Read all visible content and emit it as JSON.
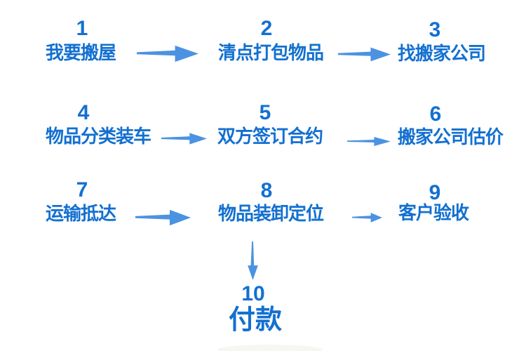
{
  "colors": {
    "text": "#1370d0",
    "arrow": "#4b93e1",
    "background": "#ffffff"
  },
  "steps": [
    {
      "num": "1",
      "label": "我要搬屋"
    },
    {
      "num": "2",
      "label": "清点打包物品"
    },
    {
      "num": "3",
      "label": "找搬家公司"
    },
    {
      "num": "4",
      "label": "物品分类装车"
    },
    {
      "num": "5",
      "label": "双方签订合约"
    },
    {
      "num": "6",
      "label": "搬家公司估价"
    },
    {
      "num": "7",
      "label": "运输抵达"
    },
    {
      "num": "8",
      "label": "物品装卸定位"
    },
    {
      "num": "9",
      "label": "客户验收"
    },
    {
      "num": "10",
      "label": "付款"
    }
  ],
  "connections": [
    {
      "from": "1",
      "to": "2",
      "direction": "right"
    },
    {
      "from": "2",
      "to": "3",
      "direction": "right"
    },
    {
      "from": "4",
      "to": "5",
      "direction": "right"
    },
    {
      "from": "5",
      "to": "6",
      "direction": "right"
    },
    {
      "from": "7",
      "to": "8",
      "direction": "right"
    },
    {
      "from": "8",
      "to": "9",
      "direction": "right"
    },
    {
      "from": "8",
      "to": "10",
      "direction": "down"
    }
  ]
}
